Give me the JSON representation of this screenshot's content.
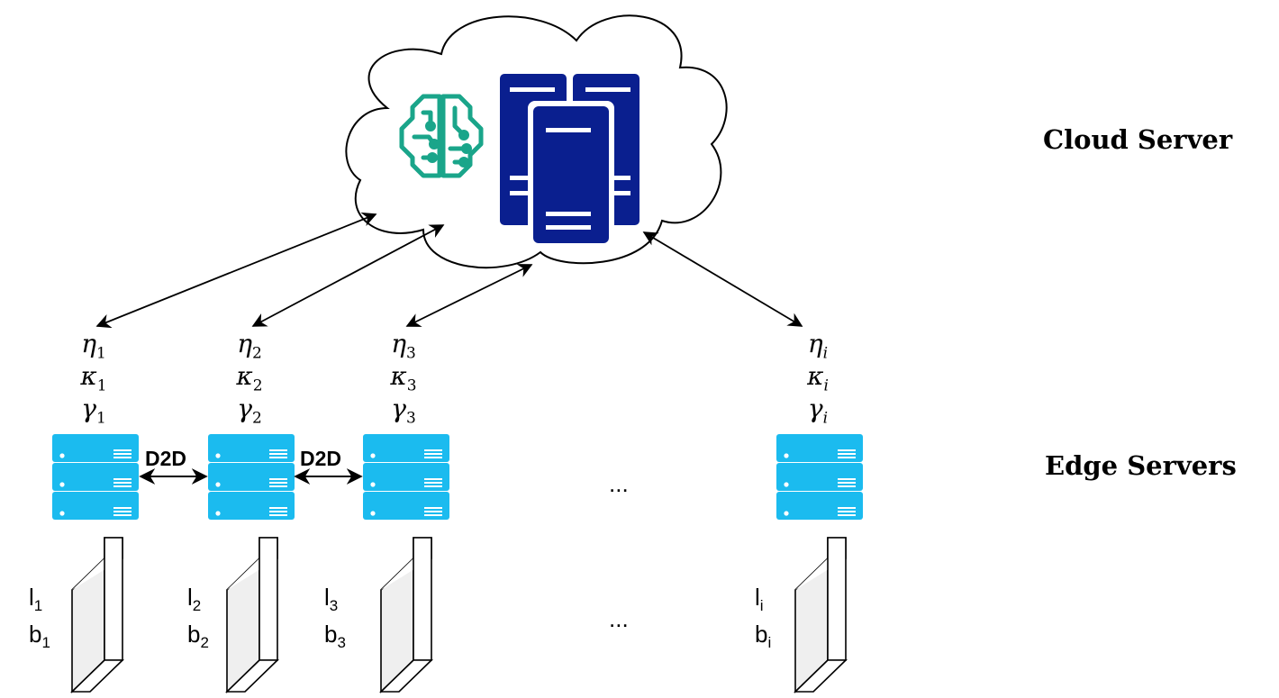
{
  "labels": {
    "cloud_server": "Cloud Server",
    "edge_servers": "Edge Servers",
    "d2d": "D2D",
    "ellipsis": "..."
  },
  "params": {
    "eta": "η",
    "kappa": "κ",
    "gamma": "γ"
  },
  "nodes": [
    {
      "sub": "1",
      "storage_l": "l",
      "storage_b": "b",
      "storage_sub": "1"
    },
    {
      "sub": "2",
      "storage_l": "l",
      "storage_b": "b",
      "storage_sub": "2"
    },
    {
      "sub": "3",
      "storage_l": "l",
      "storage_b": "b",
      "storage_sub": "3"
    },
    {
      "sub": "i",
      "storage_l": "l",
      "storage_b": "b",
      "storage_sub": "i"
    }
  ],
  "colors": {
    "cloud_fill": "#ffffff",
    "cloud_stroke": "#000000",
    "server_navy": "#0a1f8f",
    "ai_brain": "#1aa58a",
    "edge_server": "#1bbbef",
    "storage_fill": "#efefef"
  },
  "icons": {
    "cloud": "cloud-icon",
    "ai": "ai-brain-icon",
    "server_tower": "server-tower-icon",
    "edge_server": "edge-server-rack-icon",
    "storage": "storage-block-icon"
  }
}
